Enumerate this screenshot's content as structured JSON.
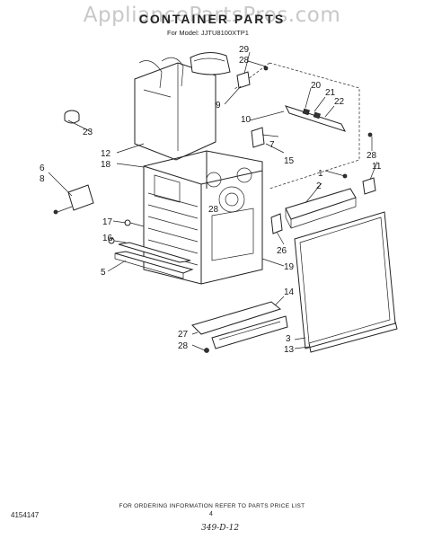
{
  "watermark": "AppliancePartsPros.com",
  "title": "CONTAINER PARTS",
  "model_line": "For Model: JJTU8100XTP1",
  "ordering_note": "FOR ORDERING INFORMATION REFER TO PARTS PRICE LIST",
  "doc_number": "4154147",
  "page_number": "4",
  "handwritten_note": "349-D-12",
  "callouts": {
    "c29": "29",
    "c28a": "28",
    "c9": "9",
    "c20": "20",
    "c21": "21",
    "c22": "22",
    "c10": "10",
    "c7": "7",
    "c28b": "28",
    "c11": "11",
    "c23": "23",
    "c12": "12",
    "c18": "18",
    "c15": "15",
    "c6": "6",
    "c8": "8",
    "c1": "1",
    "c2": "2",
    "c28c": "28",
    "c17": "17",
    "c16": "16",
    "c26": "26",
    "c5": "5",
    "c19": "19",
    "c14": "14",
    "c27": "27",
    "c28d": "28",
    "c3": "3",
    "c13": "13"
  }
}
